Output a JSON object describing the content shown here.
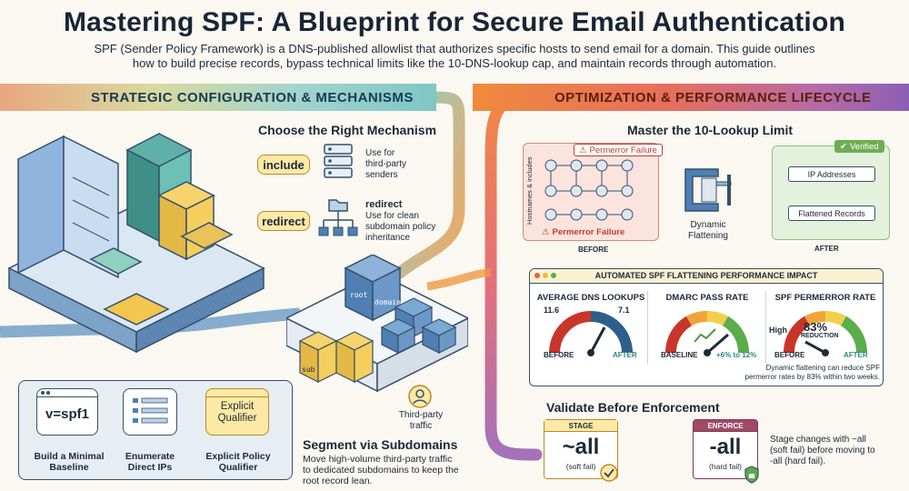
{
  "header": {
    "title": "Mastering SPF: A Blueprint for Secure Email Authentication",
    "intro_line1": "SPF (Sender Policy Framework) is a DNS-published allowlist that authorizes specific hosts to send email for a domain. This guide outlines",
    "intro_line2": "how to build precise records, bypass technical limits like the 10-DNS-lookup cap, and maintain records through automation."
  },
  "left_banner": "STRATEGIC CONFIGURATION & MECHANISMS",
  "right_banner": "OPTIMIZATION & PERFORMANCE LIFECYCLE",
  "mechanisms": {
    "heading": "Choose the Right Mechanism",
    "include_label": "include",
    "include_desc": [
      "Use for",
      "third-party",
      "senders"
    ],
    "redirect_label": "redirect",
    "redirect_title": "redirect",
    "redirect_desc": [
      "Use for clean",
      "subdomain policy",
      "inheritance"
    ]
  },
  "isometric": {
    "root_left": "root",
    "root_right": "domain",
    "sub_block": "sub"
  },
  "baseline": {
    "card1_text": "v=spf1",
    "card1_label": [
      "Build a Minimal",
      "Baseline"
    ],
    "card2_label": [
      "Enumerate",
      "Direct IPs"
    ],
    "card3_text": [
      "Explicit",
      "Qualifier"
    ],
    "card3_label": [
      "Explicit Policy",
      "Qualifier"
    ]
  },
  "subdomains": {
    "third_party": [
      "Third-party",
      "traffic"
    ],
    "heading": "Segment via Subdomains",
    "desc": [
      "Move high-volume third-party traffic",
      "to dedicated subdomains to keep the",
      "root record lean."
    ]
  },
  "lookup": {
    "heading": "Master the 10-Lookup Limit",
    "permerror_tag": "Permerror Failure",
    "side_label": "Hostnames & includes",
    "permerror_bottom": "Permerror Failure",
    "before": "BEFORE",
    "clamp_label": [
      "Dynamic",
      "Flattening"
    ],
    "verified": "Verified",
    "ip_addresses": "IP Addresses",
    "flattened": "Flattened Records",
    "after": "AFTER"
  },
  "dashboard": {
    "title": "AUTOMATED SPF FLATTENING PERFORMANCE IMPACT",
    "g1_title": "AVERAGE DNS LOOKUPS",
    "g1_before_val": "11.6",
    "g1_after_val": "7.1",
    "g1_before": "BEFORE",
    "g1_after": "AFTER",
    "g2_title": "DMARC PASS RATE",
    "g2_baseline": "BASELINE",
    "g2_change": "+6% to 12%",
    "g3_title": "SPF PERMERROR RATE",
    "g3_high": "High",
    "g3_pct": "83%",
    "g3_reduction": "REDUCTION",
    "g3_before": "BEFORE",
    "g3_after": "AFTER",
    "footnote": [
      "Dynamic flattening can reduce SPF",
      "permerror rates by 83% within two weeks."
    ]
  },
  "validate": {
    "heading": "Validate Before Enforcement",
    "stage_tag": "STAGE",
    "stage_value": "~all",
    "stage_sub": "(soft fail)",
    "enforce_tag": "ENFORCE",
    "enforce_value": "-all",
    "enforce_sub": "(hard fail)",
    "desc": [
      "Stage changes with ~all",
      "(soft fail) before moving to",
      "-all (hard fail)."
    ]
  }
}
